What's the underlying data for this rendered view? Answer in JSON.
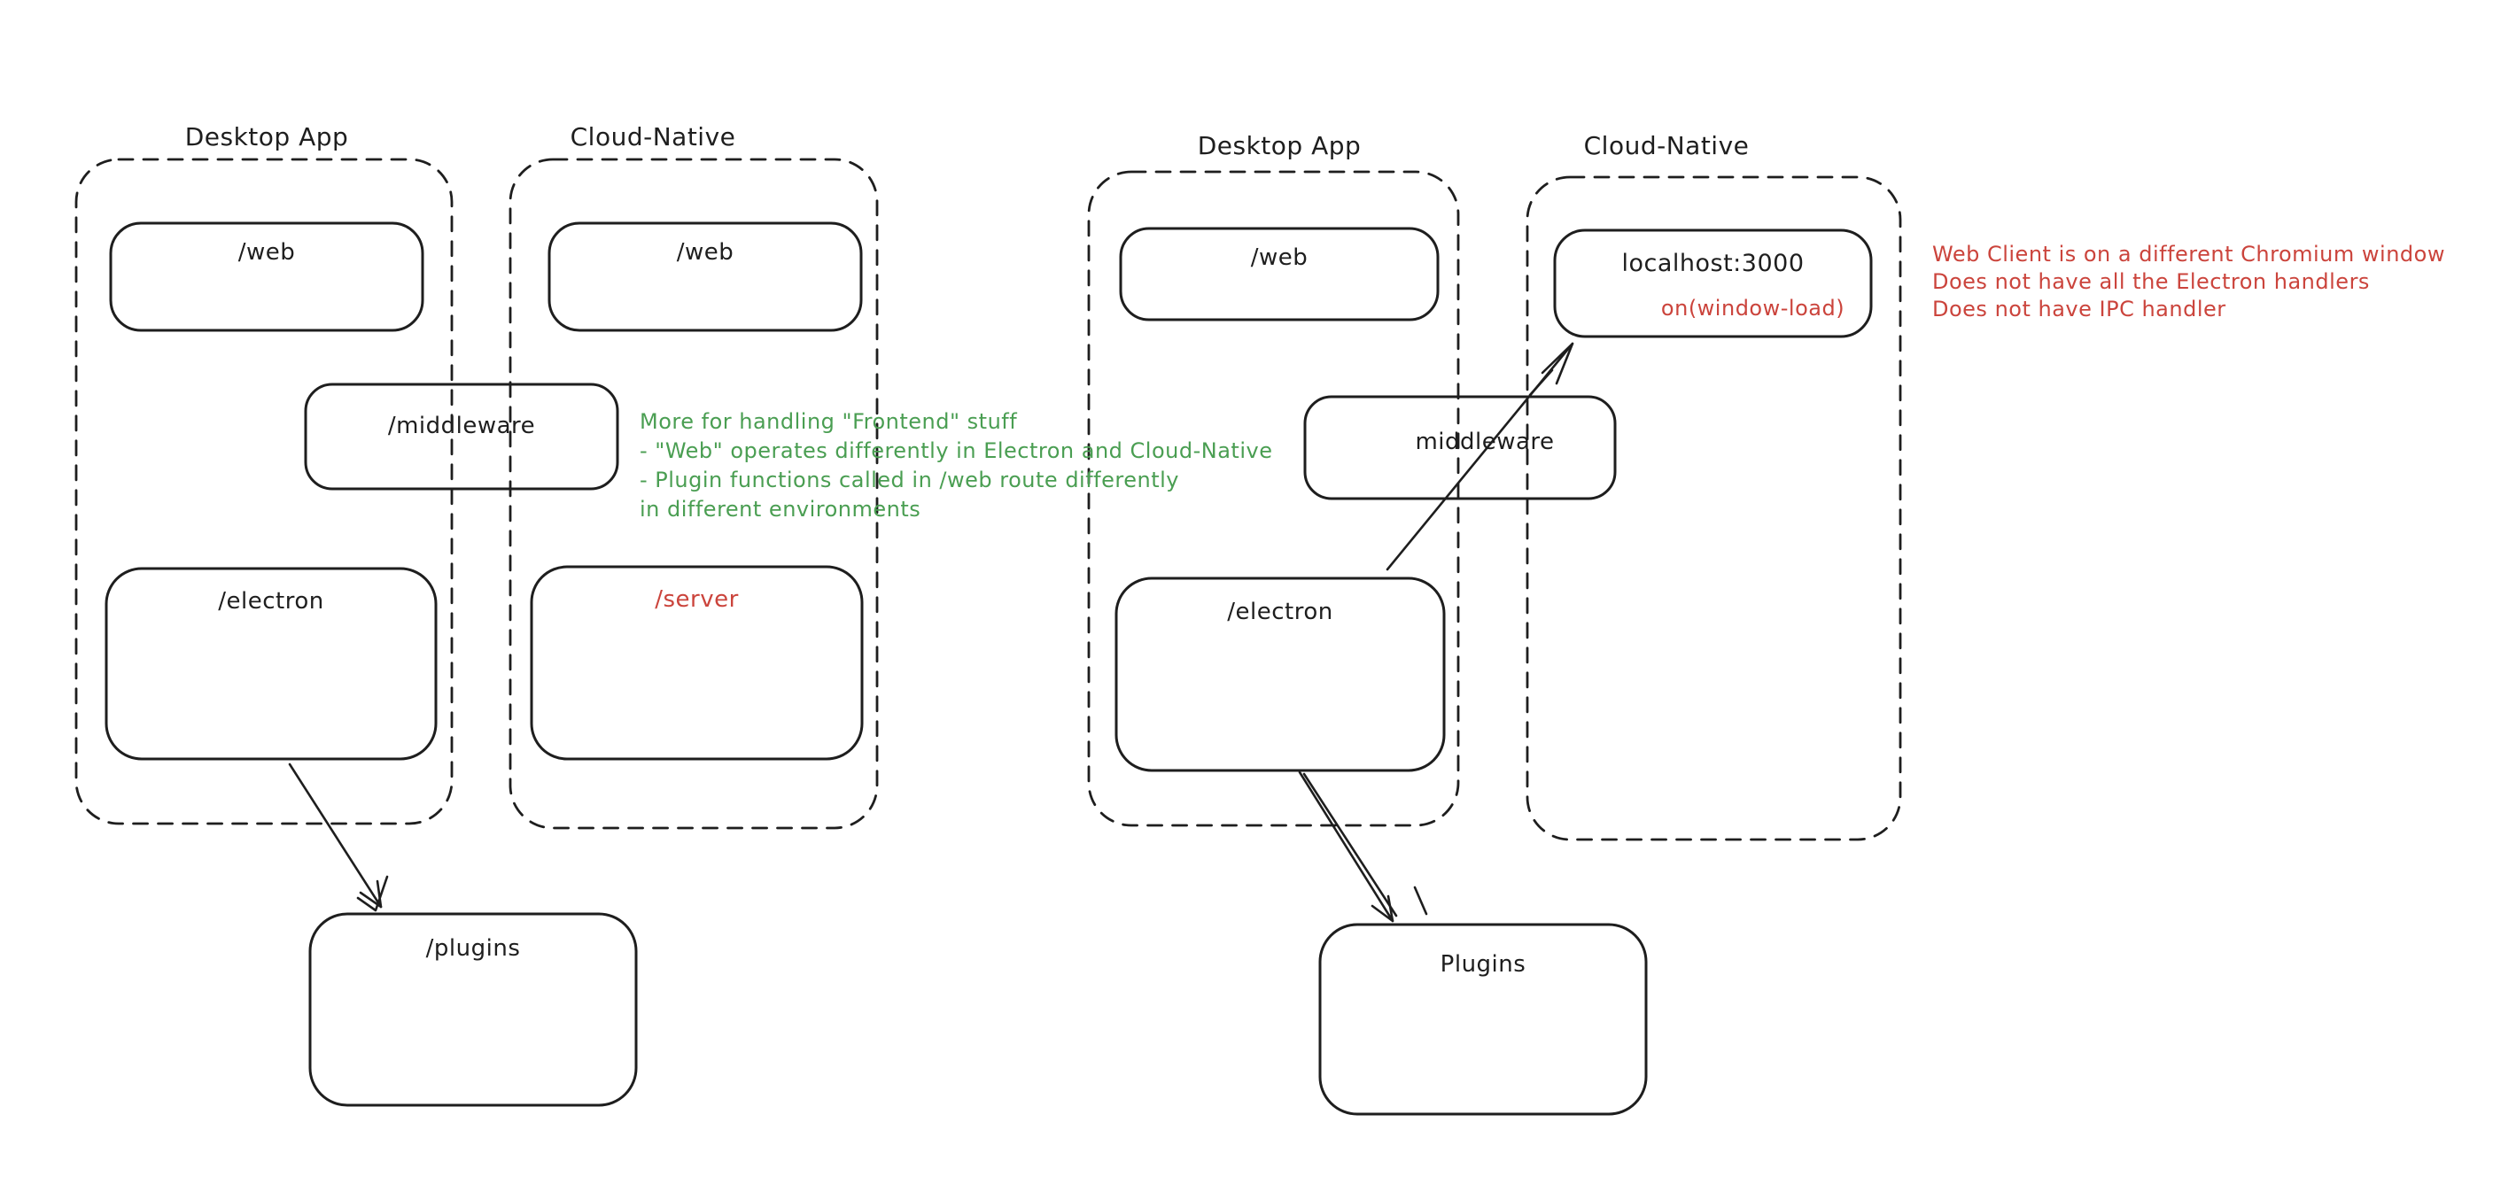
{
  "colors": {
    "background": "#ffffff",
    "ink": "#1e1e1e",
    "green": "#4a9e52",
    "red": "#cb443c"
  },
  "left_diagram": {
    "desktop_container_label": "Desktop App",
    "cloud_container_label": "Cloud-Native",
    "desktop_web_box": "/web",
    "cloud_web_box": "/web",
    "middleware_box": "/middleware",
    "electron_box": "/electron",
    "server_box": "/server",
    "plugins_box": "/plugins",
    "note_color": "green",
    "note_lines": [
      "More for handling \"Frontend\" stuff",
      "- \"Web\" operates differently in Electron and Cloud-Native",
      "- Plugin functions called in /web route differently",
      "in different environments"
    ]
  },
  "right_diagram": {
    "desktop_container_label": "Desktop App",
    "cloud_container_label": "Cloud-Native",
    "desktop_web_box": "/web",
    "localhost_box": "localhost:3000",
    "localhost_annotation": "on(window-load)",
    "middleware_box": "middleware",
    "electron_box": "/electron",
    "plugins_box": "Plugins",
    "note_color": "red",
    "note_lines": [
      "Web Client is on a different Chromium window",
      "Does not have all the Electron handlers",
      "Does not have IPC handler"
    ]
  }
}
